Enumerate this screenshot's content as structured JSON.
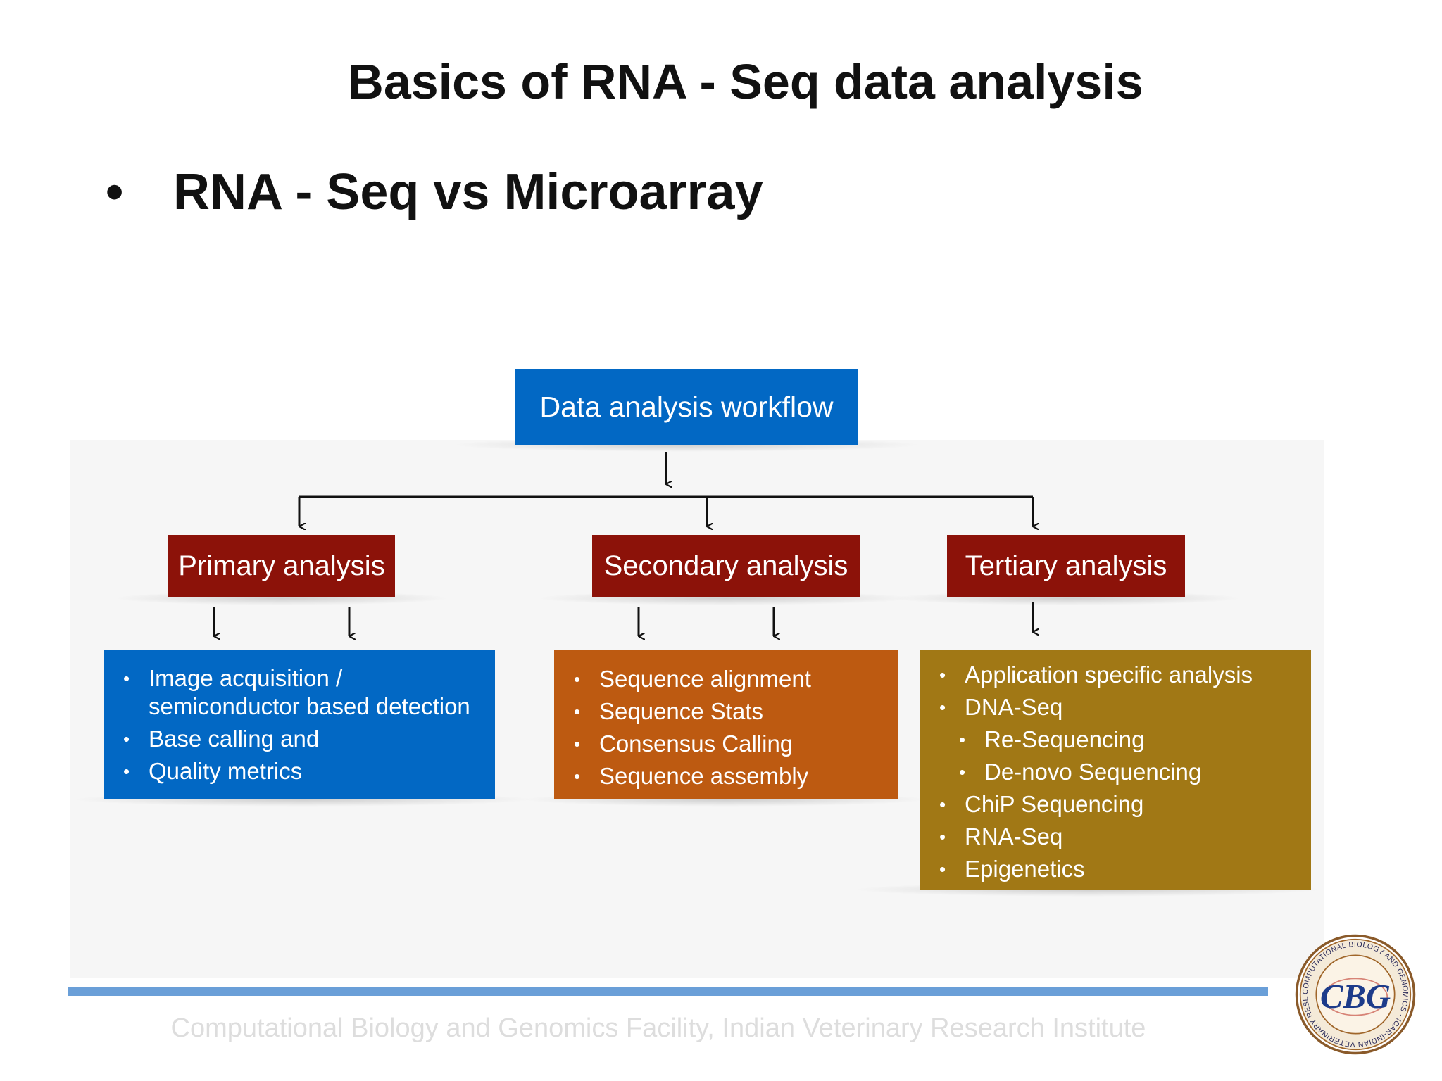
{
  "slide": {
    "title": "Basics of RNA - Seq data analysis",
    "bullet": "•",
    "subtitle": "RNA - Seq vs Microarray"
  },
  "diagram": {
    "root": "Data analysis workflow",
    "branches": [
      {
        "label": "Primary analysis",
        "items": [
          {
            "text": "Image acquisition / semiconductor based detection",
            "level": 1
          },
          {
            "text": "Base calling and",
            "level": 1
          },
          {
            "text": "Quality metrics",
            "level": 1
          }
        ]
      },
      {
        "label": "Secondary analysis",
        "items": [
          {
            "text": "Sequence alignment",
            "level": 1
          },
          {
            "text": "Sequence Stats",
            "level": 1
          },
          {
            "text": "Consensus Calling",
            "level": 1
          },
          {
            "text": "Sequence assembly",
            "level": 1
          }
        ]
      },
      {
        "label": "Tertiary analysis",
        "items": [
          {
            "text": "Application specific analysis",
            "level": 1
          },
          {
            "text": "DNA-Seq",
            "level": 1
          },
          {
            "text": "Re-Sequencing",
            "level": 2
          },
          {
            "text": "De-novo Sequencing",
            "level": 2
          },
          {
            "text": "ChiP Sequencing",
            "level": 1
          },
          {
            "text": "RNA-Seq",
            "level": 1
          },
          {
            "text": "Epigenetics",
            "level": 1
          }
        ]
      }
    ]
  },
  "footer": {
    "text": "Computational Biology and Genomics Facility, Indian Veterinary Research Institute",
    "logo_monogram": "CBG",
    "logo_ring_text": "COMPUTATIONAL BIOLOGY AND GENOMICS · ICAR-INDIAN VETERINARY RESEARCH INSTITUTE"
  },
  "colors": {
    "blue": "#0268c4",
    "dark_red": "#8c1209",
    "orange": "#bd5a11",
    "olive": "#a17815",
    "footer_line": "#6a9fd8"
  }
}
